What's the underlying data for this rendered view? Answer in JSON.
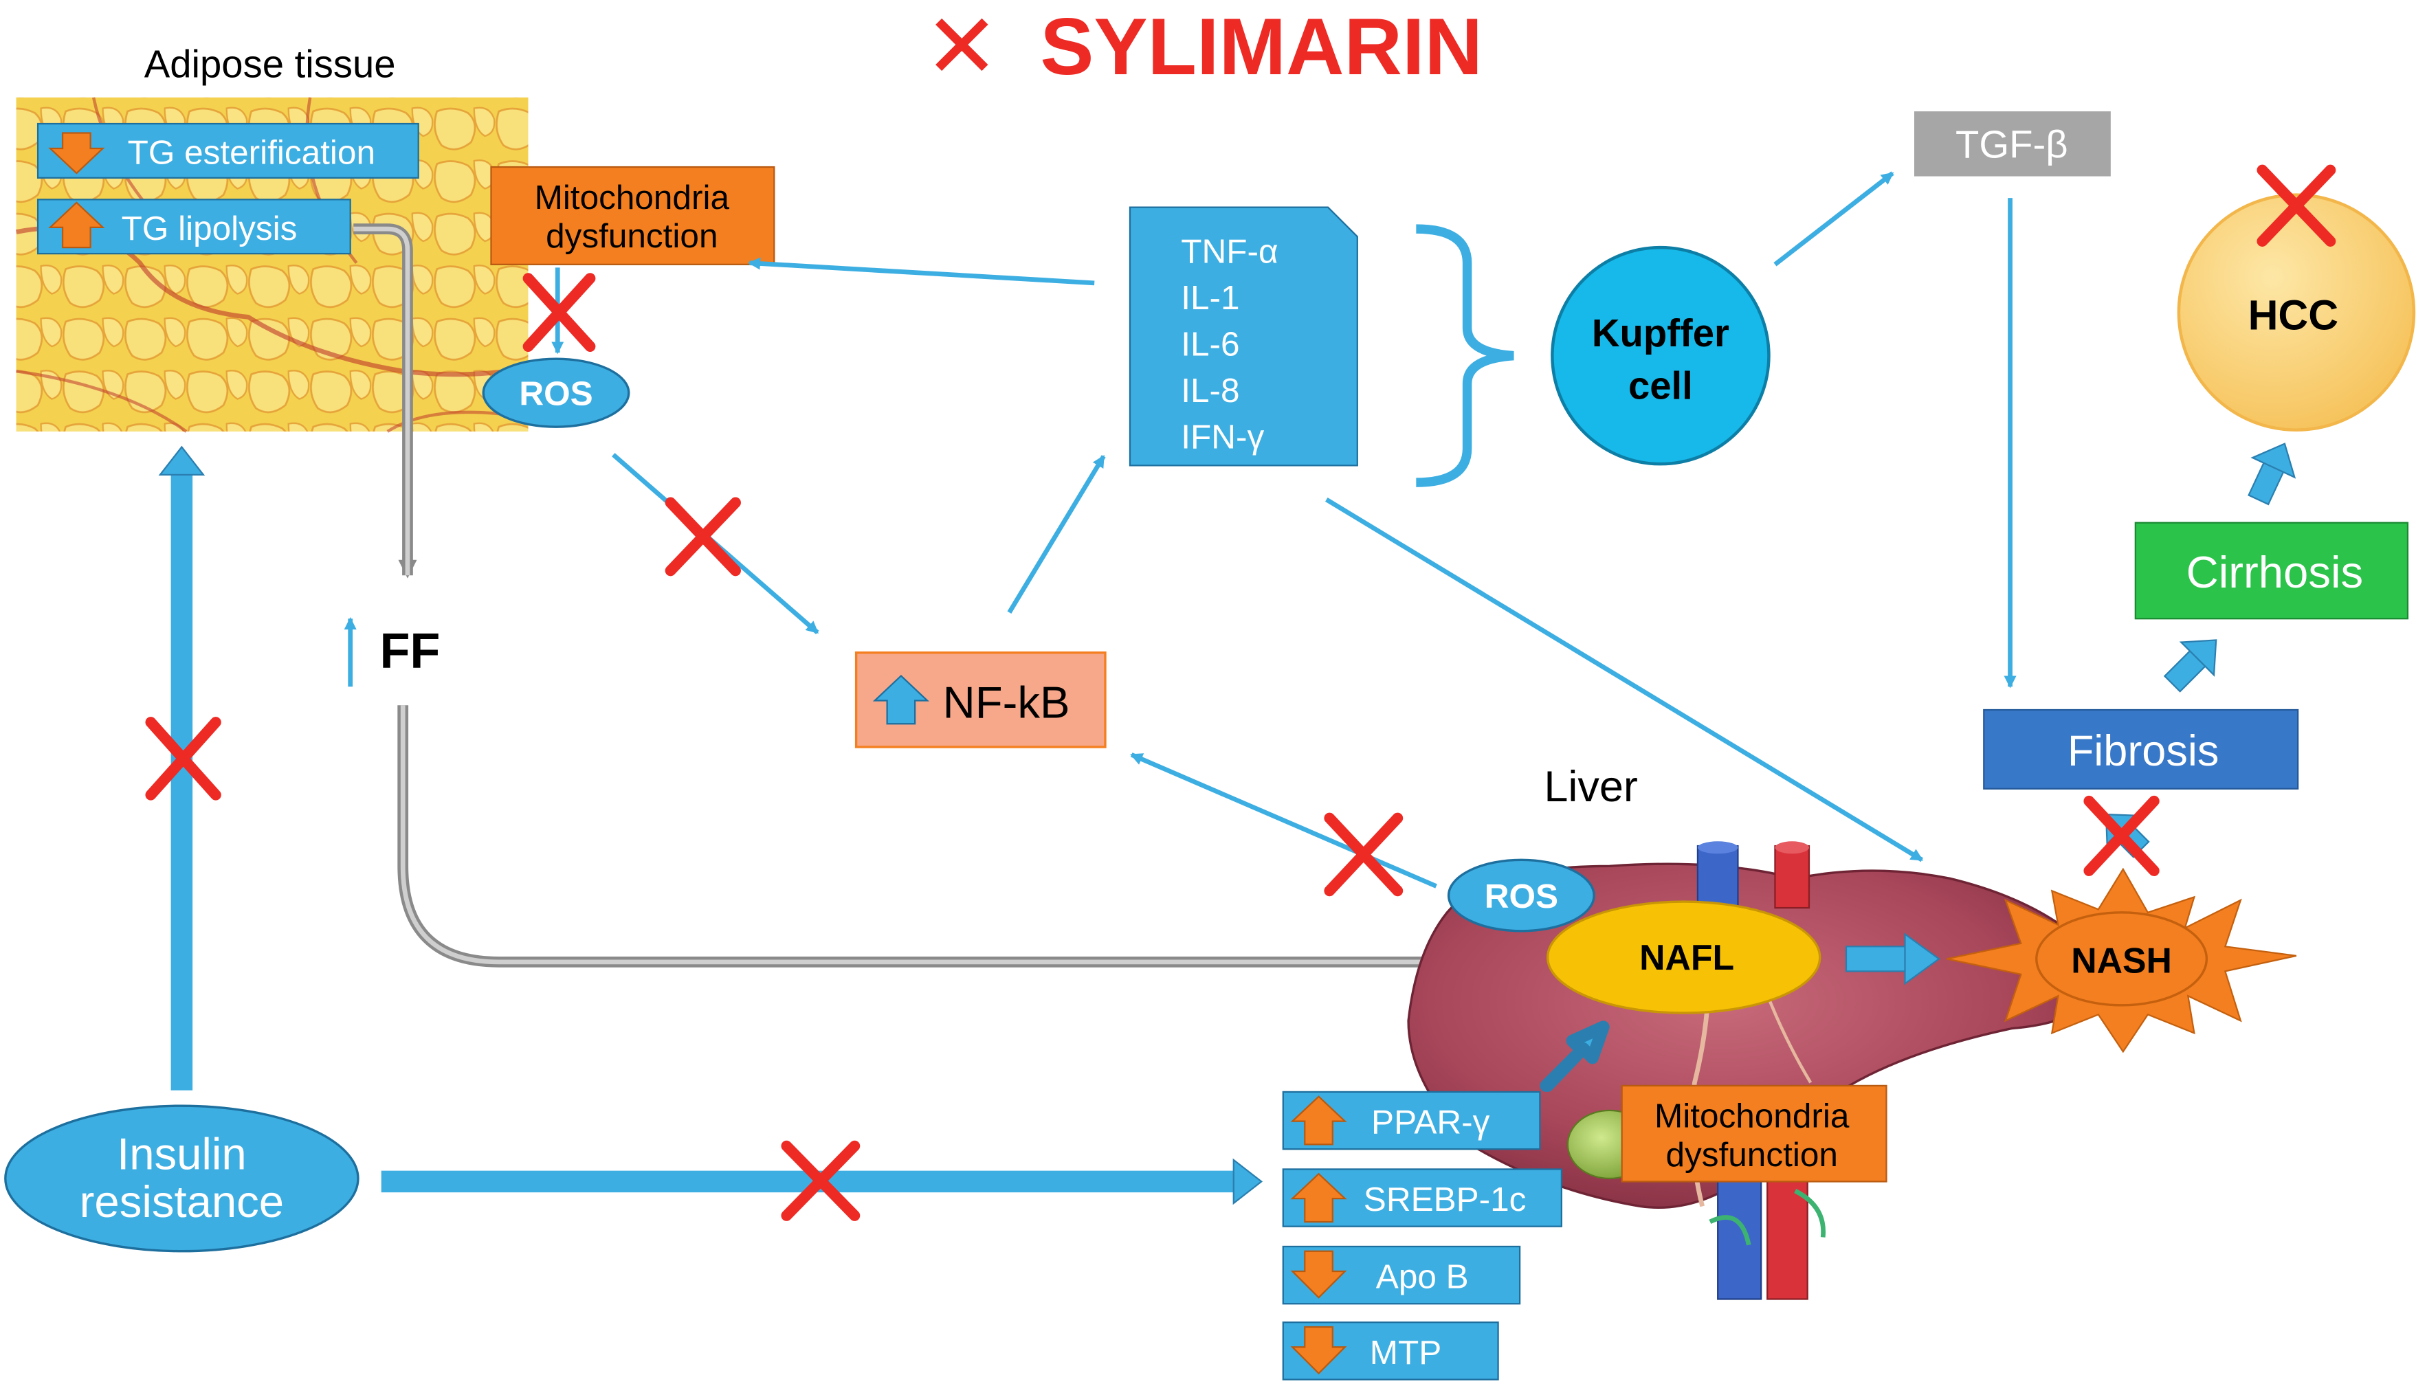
{
  "title": {
    "mark": "✕",
    "text": "SYLIMARIN"
  },
  "adipose": {
    "heading": "Adipose tissue",
    "tg_esterification": "TG esterification",
    "tg_lipolysis": "TG  lipolysis"
  },
  "mito_top": {
    "line1": "Mitochondria",
    "line2": "dysfunction"
  },
  "ros_top": "ROS",
  "cytokines": [
    "TNF-α",
    "IL-1",
    "IL-6",
    "IL-8",
    "IFN-γ"
  ],
  "kupffer": {
    "line1": "Kupffer",
    "line2": "cell"
  },
  "tgf": "TGF-β",
  "hcc": "HCC",
  "cirrhosis": "Cirrhosis",
  "fibrosis": "Fibrosis",
  "ff": "FF",
  "nfkb": "NF-kB",
  "liver_label": "Liver",
  "ros_liver": "ROS",
  "nafl": "NAFL",
  "nash": "NASH",
  "insulin": {
    "line1": "Insulin",
    "line2": "resistance"
  },
  "genes": [
    "PPAR-γ",
    "SREBP-1c",
    "Apo B",
    "MTP"
  ],
  "mito_liver": {
    "line1": "Mitochondria",
    "line2": "dysfunction"
  },
  "colors": {
    "title_red": "#ee2a24",
    "blue": "#3daee2",
    "orange": "#f47f20",
    "green": "#2bc34a",
    "gray": "#a6a6a6",
    "fibrosis_blue": "#3878c8",
    "hcc_fill": "#fcd575",
    "nafl_yellow": "#f7c106",
    "kupffer_cyan": "#16b9e9",
    "nfkb_salmon": "#f7a88b",
    "cross_red": "#ee2a24"
  }
}
